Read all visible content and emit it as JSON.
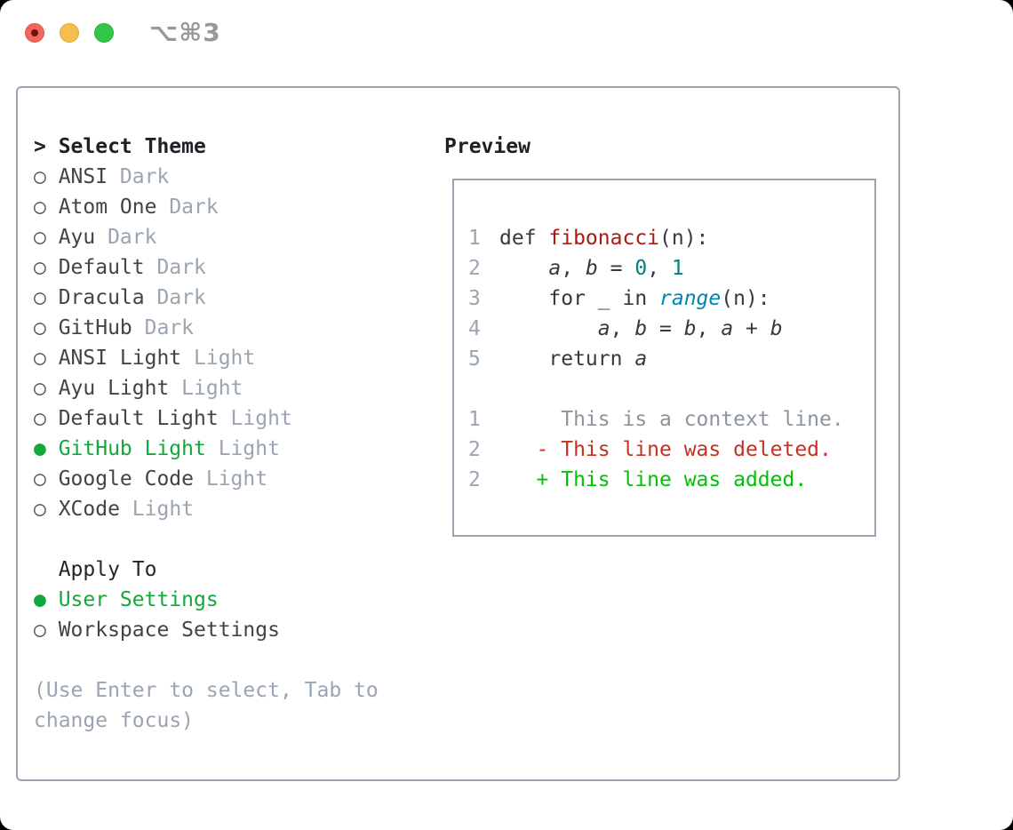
{
  "window": {
    "title": "⌥⌘3",
    "traffic_lights": [
      "close",
      "minimize",
      "zoom"
    ]
  },
  "theme_picker": {
    "cursor": ">",
    "header": "Select Theme",
    "markers": {
      "selected": "●",
      "unselected": "○"
    },
    "themes": [
      {
        "name": "ANSI",
        "variant": "Dark",
        "selected": false
      },
      {
        "name": "Atom One",
        "variant": "Dark",
        "selected": false
      },
      {
        "name": "Ayu",
        "variant": "Dark",
        "selected": false
      },
      {
        "name": "Default",
        "variant": "Dark",
        "selected": false
      },
      {
        "name": "Dracula",
        "variant": "Dark",
        "selected": false
      },
      {
        "name": "GitHub",
        "variant": "Dark",
        "selected": false
      },
      {
        "name": "ANSI Light",
        "variant": "Light",
        "selected": false
      },
      {
        "name": "Ayu Light",
        "variant": "Light",
        "selected": false
      },
      {
        "name": "Default Light",
        "variant": "Light",
        "selected": false
      },
      {
        "name": "GitHub Light",
        "variant": "Light",
        "selected": true
      },
      {
        "name": "Google Code",
        "variant": "Light",
        "selected": false
      },
      {
        "name": "XCode",
        "variant": "Light",
        "selected": false
      }
    ],
    "apply_to": {
      "label": "Apply To",
      "options": [
        {
          "name": "User Settings",
          "selected": true
        },
        {
          "name": "Workspace Settings",
          "selected": false
        }
      ]
    },
    "help_lines": [
      "(Use Enter to select, Tab to",
      "change focus)"
    ]
  },
  "preview": {
    "label": "Preview",
    "code_lines": [
      {
        "num": "1",
        "tokens": [
          {
            "text": "def ",
            "style": "plain"
          },
          {
            "text": "fibonacci",
            "style": "function"
          },
          {
            "text": "(n):",
            "style": "plain"
          }
        ]
      },
      {
        "num": "2",
        "tokens": [
          {
            "text": "    ",
            "style": "plain"
          },
          {
            "text": "a",
            "style": "var"
          },
          {
            "text": ", ",
            "style": "plain"
          },
          {
            "text": "b",
            "style": "var"
          },
          {
            "text": " = ",
            "style": "plain"
          },
          {
            "text": "0",
            "style": "number"
          },
          {
            "text": ", ",
            "style": "plain"
          },
          {
            "text": "1",
            "style": "number"
          }
        ]
      },
      {
        "num": "3",
        "tokens": [
          {
            "text": "    for _ in ",
            "style": "plain"
          },
          {
            "text": "range",
            "style": "builtin"
          },
          {
            "text": "(n):",
            "style": "plain"
          }
        ]
      },
      {
        "num": "4",
        "tokens": [
          {
            "text": "        ",
            "style": "plain"
          },
          {
            "text": "a",
            "style": "var"
          },
          {
            "text": ", ",
            "style": "plain"
          },
          {
            "text": "b",
            "style": "var"
          },
          {
            "text": " = ",
            "style": "plain"
          },
          {
            "text": "b",
            "style": "var"
          },
          {
            "text": ", ",
            "style": "plain"
          },
          {
            "text": "a",
            "style": "var"
          },
          {
            "text": " + ",
            "style": "plain"
          },
          {
            "text": "b",
            "style": "var"
          }
        ]
      },
      {
        "num": "5",
        "tokens": [
          {
            "text": "    return ",
            "style": "plain"
          },
          {
            "text": "a",
            "style": "var"
          }
        ]
      }
    ],
    "diff_lines": [
      {
        "num": "1",
        "kind": "context",
        "text": "     This is a context line."
      },
      {
        "num": "2",
        "kind": "deleted",
        "text": "   - This line was deleted."
      },
      {
        "num": "2",
        "kind": "added",
        "text": "   + This line was added."
      }
    ]
  },
  "colors": {
    "accent_green": "#12a83c",
    "diff_added": "#00c104",
    "diff_deleted": "#c23321",
    "diff_context": "#8d959c",
    "muted_gray": "#9aa5b1",
    "code_function_red": "#ab1a11",
    "code_number_teal": "#008080",
    "code_builtin_blue": "#0086b3",
    "panel_border": "#9aa3af",
    "traffic_red": "#f0685c",
    "traffic_yellow": "#f6bd4f",
    "traffic_green": "#33c748"
  }
}
